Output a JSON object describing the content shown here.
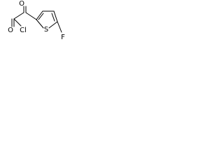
{
  "molecule": {
    "atoms": {
      "o_ketone": "O",
      "o_acyl": "O",
      "cl": "Cl",
      "s": "S",
      "f": "F"
    },
    "colors": {
      "bond": "#000000",
      "label": "#000000",
      "background": "#ffffff"
    }
  }
}
